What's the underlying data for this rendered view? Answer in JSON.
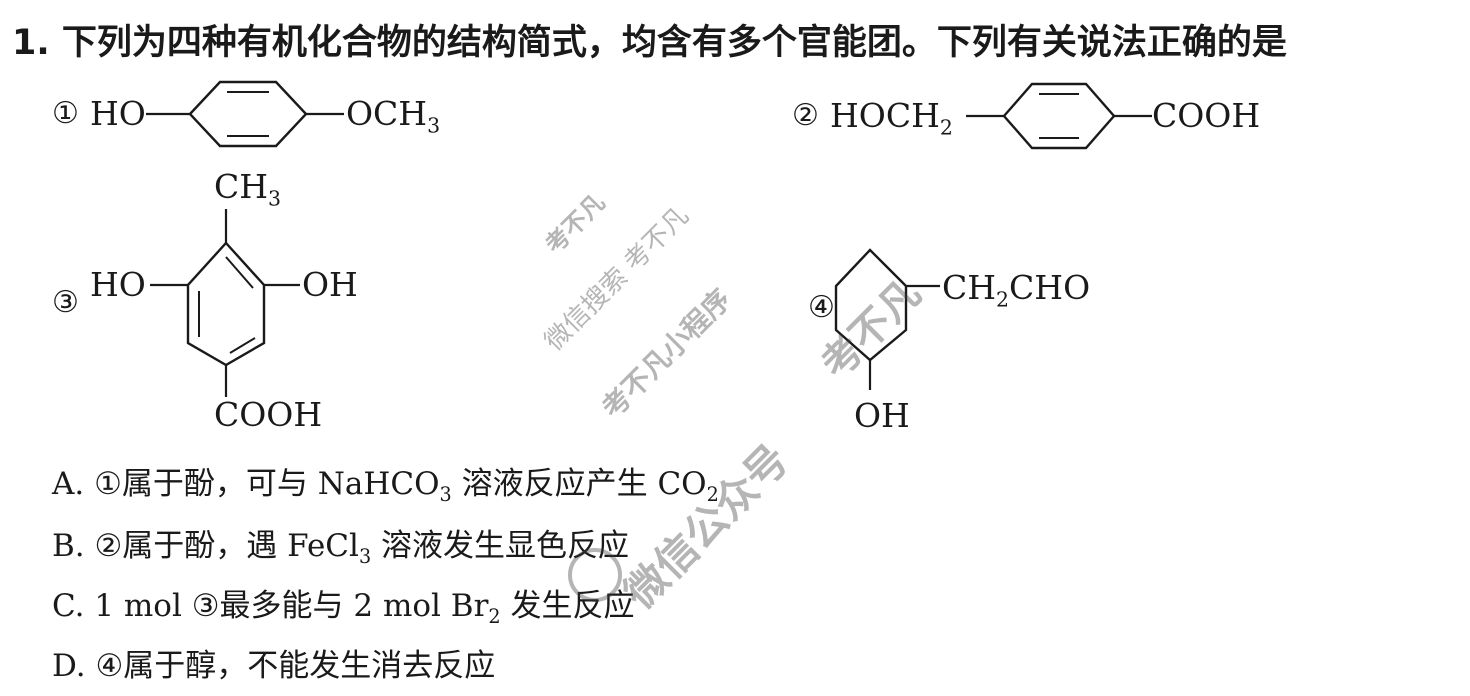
{
  "question": {
    "text": "1. 下列为四种有机化合物的结构简式，均含有多个官能团。下列有关说法正确的是"
  },
  "structures": [
    {
      "num": "①",
      "left": "HO",
      "right": "OCH",
      "right_sub": "3"
    },
    {
      "num": "②",
      "left": "HOCH",
      "left_sub": "2",
      "right": "COOH"
    },
    {
      "num": "③",
      "top": "CH",
      "top_sub": "3",
      "left": "HO",
      "right": "OH",
      "bottom": "COOH"
    },
    {
      "num": "④",
      "right": "CH",
      "right_sub": "2",
      "right_rest": "CHO",
      "bottom": "OH"
    }
  ],
  "options": [
    {
      "label": "A.",
      "pre": "①属于酚，可与 NaHCO",
      "sub": "3",
      "post": " 溶液反应产生 CO",
      "sub2": "2"
    },
    {
      "label": "B.",
      "pre": "②属于酚，遇 FeCl",
      "sub": "3",
      "post": " 溶液发生显色反应"
    },
    {
      "label": "C.",
      "pre": "1 mol ③最多能与 2 mol Br",
      "sub": "2",
      "post": " 发生反应"
    },
    {
      "label": "D.",
      "pre": "④属于醇，不能发生消去反应"
    }
  ],
  "watermarks": [
    "考不凡",
    "微信搜索 考不凡",
    "考不凡小程序",
    "考不凡",
    "微信公众号"
  ]
}
